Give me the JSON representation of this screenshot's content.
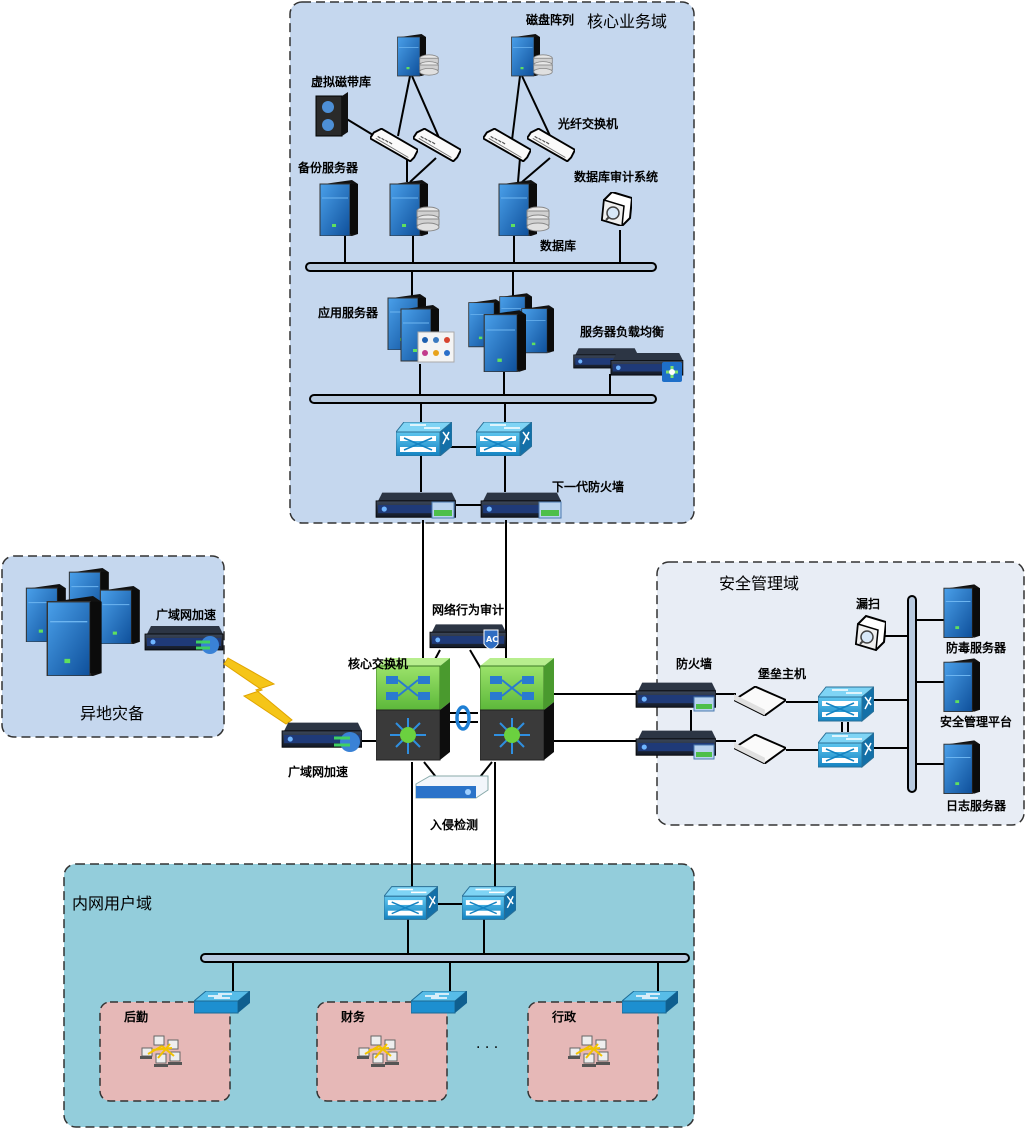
{
  "zones": {
    "core": {
      "title": "核心业务域",
      "bg": "#c5d7ee"
    },
    "remote": {
      "title": "异地灾备",
      "bg": "#c5d7ee"
    },
    "security": {
      "title": "安全管理域",
      "bg": "#e8edf5"
    },
    "intranet": {
      "title": "内网用户域",
      "bg": "#93cddb"
    }
  },
  "core_labels": {
    "disk_array": "磁盘阵列",
    "virtual_tape": "虚拟磁带库",
    "fc_switch": "光纤交换机",
    "backup_server": "备份服务器",
    "db_audit": "数据库审计系统",
    "database": "数据库",
    "app_server": "应用服务器",
    "load_balancer": "服务器负载均衡",
    "ngfw": "下一代防火墙"
  },
  "center_labels": {
    "wan_accel_remote": "广域网加速",
    "wan_accel_local": "广域网加速",
    "behavior_audit": "网络行为审计",
    "core_switch": "核心交换机",
    "ids": "入侵检测",
    "ac_badge": "AC"
  },
  "security_labels": {
    "firewall": "防火墙",
    "bastion": "堡垒主机",
    "vuln_scan": "漏扫",
    "antivirus": "防毒服务器",
    "sec_platform": "安全管理平台",
    "log_server": "日志服务器"
  },
  "departments": [
    {
      "name": "后勤",
      "bg": "#e6b8b7"
    },
    {
      "name": "财务",
      "bg": "#e6b8b7"
    },
    {
      "name": "行政",
      "bg": "#e6b8b7"
    }
  ],
  "ellipsis": "· · ·",
  "colors": {
    "server_blue": "#1d6fc4",
    "switch_blue": "#27a0d8",
    "core_green": "#7ccf4c",
    "device_dark": "#1f2a3d",
    "lightning": "#f5c518"
  }
}
